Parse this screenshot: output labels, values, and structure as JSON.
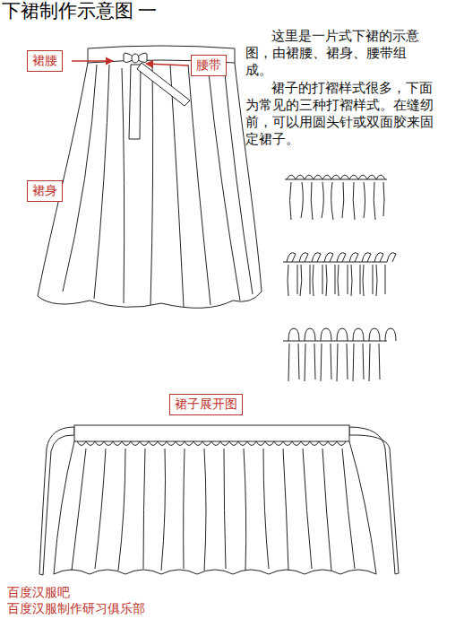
{
  "diagram": {
    "title": "下裙制作示意图 一",
    "nodes": [
      {
        "text": [
          "裙腰"
        ]
      },
      {
        "text": [
          "腰带"
        ]
      },
      {
        "text": [
          "裙身"
        ]
      },
      {
        "text": [
          "裙子展开图"
        ]
      }
    ],
    "labels": [
      "这里是一片式下裙的示意图，由裙腰、裙身、腰带组成。",
      "裙子的打褶样式很多，下面为常见的三种打褶样式。在缝纫前，可以用圆头针或双面胶来固定裙子。",
      "百度汉服吧",
      "百度汉服制作研习俱乐部"
    ]
  }
}
